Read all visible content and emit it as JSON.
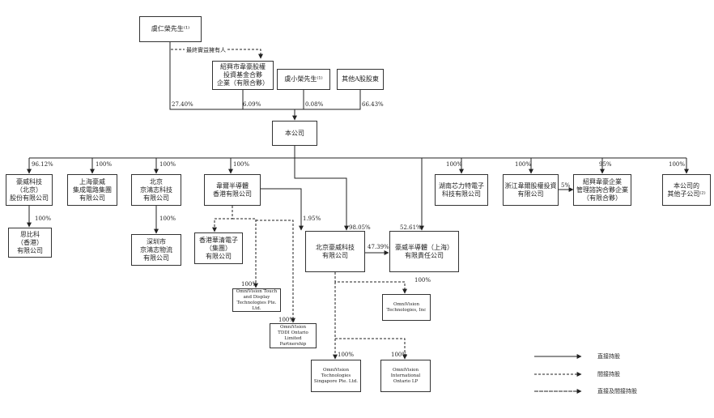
{
  "entities": {
    "yu_renrong": "虞仁榮先生⁽¹⁾",
    "fund": "紹興市韋豪股權\n投資基金合夥\n企業（有限合夥）",
    "yu_xiaorong": "虞小榮先生⁽¹⁾",
    "other_a": "其他A股股東",
    "company": "本公司",
    "haowei_beijing": "豪威科技\n（北京）\n股份有限公司",
    "shanghai_haowei": "上海豪威\n集成電路集團\n有限公司",
    "beijing_jinghongzhi": "北京\n京鴻志科技\n有限公司",
    "weier_hk": "韋爾半導體\n香港有限公司",
    "hunan": "湖南芯力特電子\n科技有限公司",
    "zhejiang": "浙江韋爾股權投資\n有限公司",
    "shaoxing_mgmt": "紹興韋豪企業\n管理諮詢合夥企業\n（有限合夥）",
    "other_subs": "本公司的\n其他子公司⁽²⁾",
    "sibike": "思比科\n（香港）\n有限公司",
    "shenzhen_jinghongzhi": "深圳市\n京鴻志物流\n有限公司",
    "hk_huaqing": "香港華清電子\n（集團）\n有限公司",
    "beijing_haowei": "北京豪威科技\n有限公司",
    "haowei_shanghai": "豪威半導體（上海）\n有限責任公司",
    "ov_touch": "OmniVision Touch\nand Display\nTechnologies Pte. Ltd.",
    "ov_tddi": "OmniVision\nTDDI Ontario\nLimited Partnership",
    "ov_inc": "OmniVision\nTechnologies, Inc",
    "ov_sg": "OmniVision\nTechnologies\nSingapore Pte. Ltd.",
    "ov_intl": "OmniVision\nInternational\nOntario LP"
  },
  "labels": {
    "ultimate_owner": "最終實益擁有人",
    "p_2740": "27.40%",
    "p_609": "6.09%",
    "p_008": "0.08%",
    "p_6643": "66.43%",
    "p_9612": "96.12%",
    "p_100_shanghai": "100%",
    "p_100_jinghongzhi": "100%",
    "p_100_weier_hk": "100%",
    "p_100_hunan": "100%",
    "p_100_zhejiang": "100%",
    "p_95": "95%",
    "p_100_other": "100%",
    "p_5": "5%",
    "p_100_sibike": "100%",
    "p_100_shenzhen": "100%",
    "p_195": "1.95%",
    "p_9805": "98.05%",
    "p_5261": "52.61%",
    "p_4739": "47.39%",
    "p_100_ovinc": "100%",
    "p_100_touch": "100%",
    "p_100_tddi": "100%",
    "p_100_ovsg": "100%",
    "p_100_ovintl": "100%"
  },
  "legend": {
    "direct": "直接持股",
    "indirect": "間接持股",
    "both": "直接及間接持股"
  }
}
